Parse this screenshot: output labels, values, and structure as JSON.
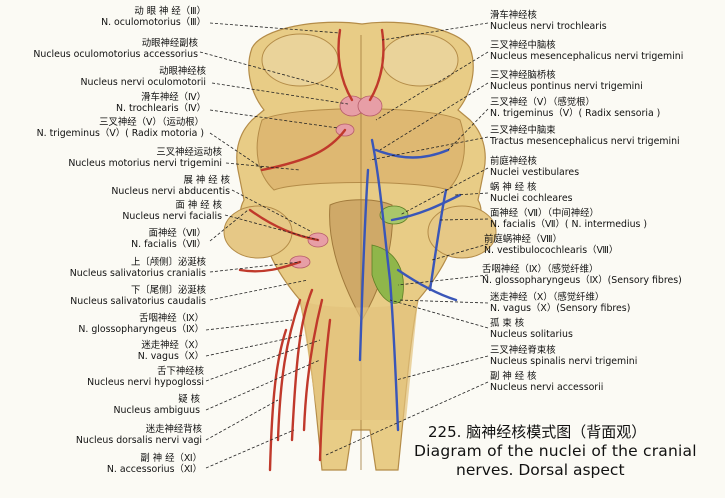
{
  "figure": {
    "number": "225.",
    "title_zh": "脑神经核模式图（背面观）",
    "title_en_line1": "Diagram of the nuclei of the cranial",
    "title_en_line2": "nerves.   Dorsal aspect"
  },
  "labels_left": [
    {
      "id": "oculomotor-nerve",
      "zh": "动 眼 神 经（Ⅲ）",
      "en": "N. oculomotorius（Ⅲ）"
    },
    {
      "id": "accessory-oculomotor-nucleus",
      "zh": "动眼神经副核",
      "en": "Nucleus oculomotorius accessorius"
    },
    {
      "id": "oculomotor-nucleus",
      "zh": "动眼神经核",
      "en": "Nucleus nervi oculomotorii"
    },
    {
      "id": "trochlear-nerve",
      "zh": "滑车神经（Ⅳ）",
      "en": "N. trochlearis（Ⅳ）"
    },
    {
      "id": "trigeminal-motor-root",
      "zh": "三叉神经（Ⅴ）（运动根）",
      "en": "N. trigeminus（Ⅴ）( Radix motoria )"
    },
    {
      "id": "trigeminal-motor-nucleus",
      "zh": "三叉神经运动核",
      "en": "Nucleus motorius nervi trigemini"
    },
    {
      "id": "abducens-nucleus",
      "zh": "展 神 经 核",
      "en": "Nucleus nervi abducentis"
    },
    {
      "id": "facial-nucleus",
      "zh": "面 神 经 核",
      "en": "Nucleus nervi facialis"
    },
    {
      "id": "facial-nerve",
      "zh": "面神经（Ⅶ）",
      "en": "N. facialis（Ⅶ）"
    },
    {
      "id": "superior-salivatory-nucleus",
      "zh": "上〔颅侧〕泌涎核",
      "en": "Nucleus salivatorius cranialis"
    },
    {
      "id": "inferior-salivatory-nucleus",
      "zh": "下〔尾侧〕泌涎核",
      "en": "Nucleus salivatorius caudalis"
    },
    {
      "id": "glossopharyngeal-nerve",
      "zh": "舌咽神经（Ⅸ）",
      "en": "N. glossopharyngeus（Ⅸ）"
    },
    {
      "id": "vagus-nerve",
      "zh": "迷走神经（Ⅹ）",
      "en": "N. vagus（Ⅹ）"
    },
    {
      "id": "hypoglossal-nucleus",
      "zh": "舌下神经核",
      "en": "Nucleus nervi hypoglossi"
    },
    {
      "id": "nucleus-ambiguus",
      "zh": "疑 核",
      "en": "Nucleus ambiguus"
    },
    {
      "id": "dorsal-vagal-nucleus",
      "zh": "迷走神经背核",
      "en": "Nucleus dorsalis nervi vagi"
    },
    {
      "id": "accessory-nerve",
      "zh": "副 神 经（Ⅺ）",
      "en": "N. accessorius（Ⅺ）"
    }
  ],
  "labels_right": [
    {
      "id": "trochlear-nucleus",
      "zh": "滑车神经核",
      "en": "Nucleus nervi trochlearis"
    },
    {
      "id": "mesencephalic-nucleus",
      "zh": "三叉神经中脑核",
      "en": "Nucleus mesencephalicus nervi trigemini"
    },
    {
      "id": "pontine-nucleus",
      "zh": "三叉神经脑桥核",
      "en": "Nucleus pontinus nervi trigemini"
    },
    {
      "id": "trigeminal-sensory-root",
      "zh": "三叉神经（Ⅴ）（感觉根）",
      "en": "N. trigeminus（Ⅴ）( Radix sensoria )"
    },
    {
      "id": "mesencephalic-tract",
      "zh": "三叉神经中脑束",
      "en": "Tractus mesencephalicus nervi trigemini"
    },
    {
      "id": "vestibular-nuclei",
      "zh": "前庭神经核",
      "en": "Nuclei vestibulares"
    },
    {
      "id": "cochlear-nuclei",
      "zh": "蜗 神 经 核",
      "en": "Nuclei cochleares"
    },
    {
      "id": "facial-intermediate-nerve",
      "zh": "面神经（Ⅶ）（中间神经）",
      "en": "N. facialis（Ⅶ）( N. intermedius )"
    },
    {
      "id": "vestibulocochlear-nerve",
      "zh": "前庭蜗神经（Ⅷ）",
      "en": "N. vestibulocochlearis（Ⅷ）"
    },
    {
      "id": "glossopharyngeal-sensory",
      "zh": "舌咽神经（Ⅸ）（感觉纤维）",
      "en": "N. glossopharyngeus（Ⅸ）(Sensory fibres)"
    },
    {
      "id": "vagus-sensory",
      "zh": "迷走神经（Ⅹ）（感觉纤维）",
      "en": "N. vagus（Ⅹ）(Sensory fibres)"
    },
    {
      "id": "solitary-nucleus",
      "zh": "孤 束 核",
      "en": "Nucleus solitarius"
    },
    {
      "id": "spinal-trigeminal-nucleus",
      "zh": "三叉神经脊束核",
      "en": "Nucleus spinalis nervi trigemini"
    },
    {
      "id": "accessory-nucleus",
      "zh": "副 神 经 核",
      "en": "Nucleus nervi accessorii"
    }
  ],
  "colors": {
    "background": "#fbfaf4",
    "brainstem": "#e8cc86",
    "brainstem_shadow": "#c9a35e",
    "motor_nerve": "#c0392b",
    "sensory_nerve": "#3a56b8",
    "sensory_nucleus_green": "#8fb64a",
    "nucleus_pink": "#e79ea6",
    "leader_line": "#222222"
  }
}
